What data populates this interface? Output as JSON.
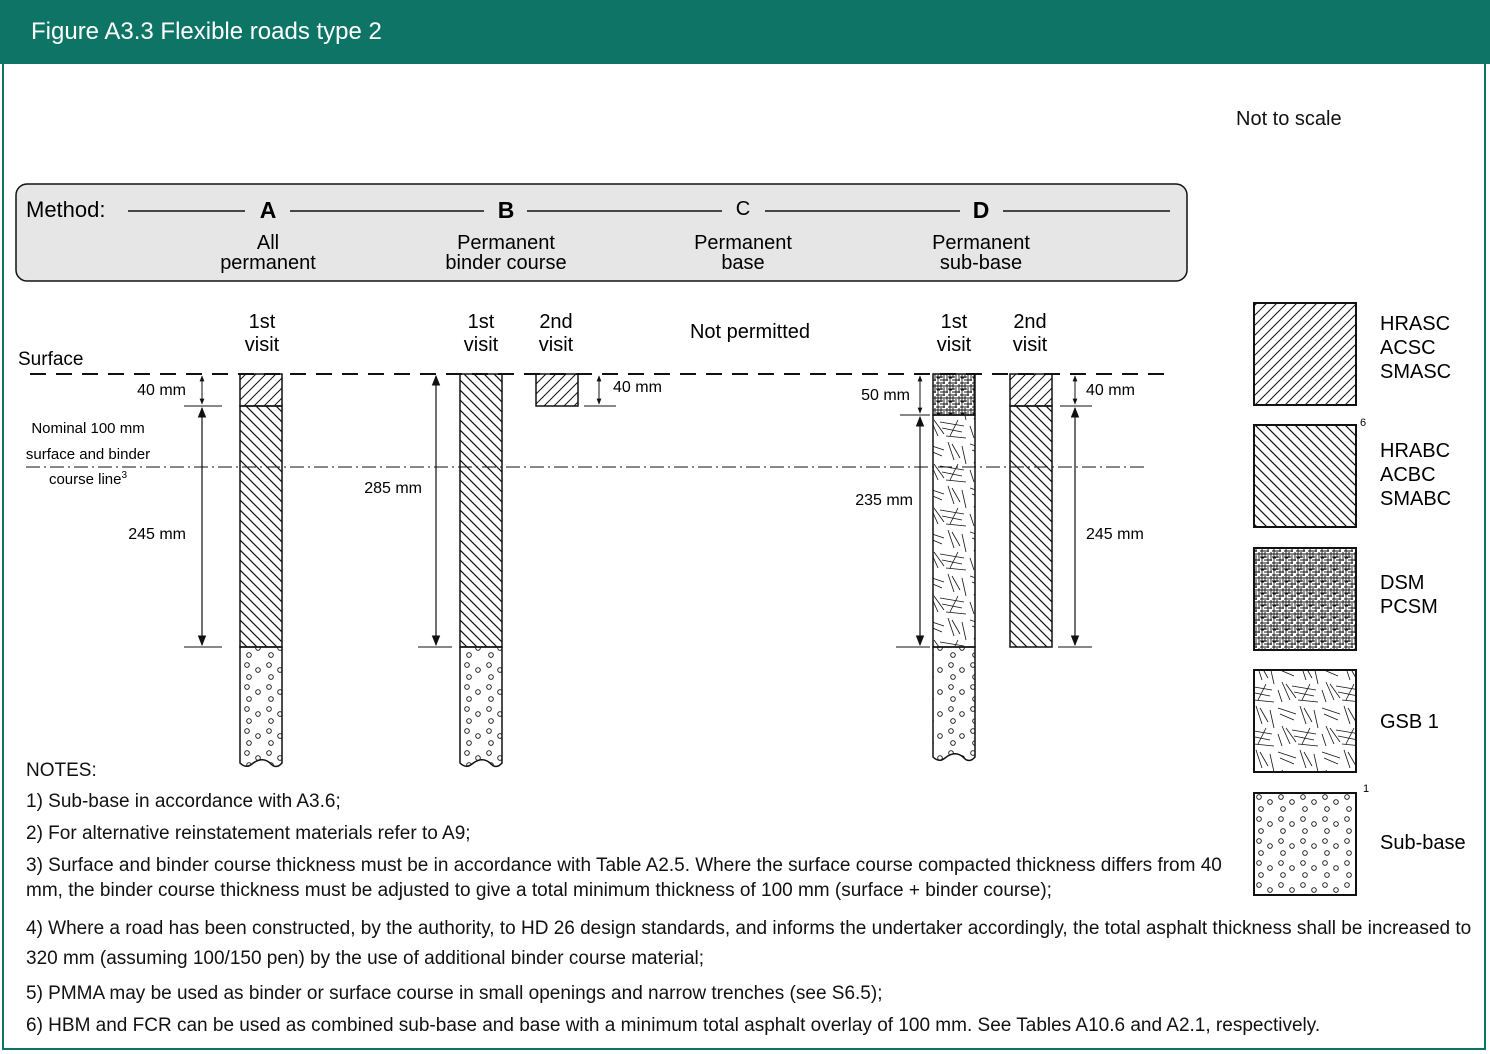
{
  "title": "Figure A3.3 Flexible roads type 2",
  "scale_note": "Not to scale",
  "methods": {
    "label": "Method:",
    "items": [
      {
        "letter": "A",
        "line1": "All",
        "line2": "permanent"
      },
      {
        "letter": "B",
        "line1": "Permanent",
        "line2": "binder course"
      },
      {
        "letter": "C",
        "line1": "Permanent",
        "line2": "base"
      },
      {
        "letter": "D",
        "line1": "Permanent",
        "line2": "sub-base"
      }
    ]
  },
  "visits": {
    "first": [
      "1st",
      "visit"
    ],
    "second": [
      "2nd",
      "visit"
    ]
  },
  "not_permitted": "Not permitted",
  "surface_label": "Surface",
  "nominal_line": {
    "line1": "Nominal 100 mm",
    "line2": "surface and binder",
    "line3": "course line",
    "superscript": "3"
  },
  "dimensions": {
    "a_surface": "40 mm",
    "a_binder": "245 mm",
    "b_binder": "285 mm",
    "b_surface": "40 mm",
    "d1_base": "50 mm",
    "d1_subbase": "235 mm",
    "d2_surface": "40 mm",
    "d2_binder": "245 mm"
  },
  "legend": [
    {
      "lines": [
        "HRASC",
        "ACSC",
        "SMASC"
      ],
      "pattern": "hatch-diagonal-forward",
      "superscript": ""
    },
    {
      "lines": [
        "HRABC",
        "ACBC",
        "SMABC"
      ],
      "pattern": "hatch-diagonal-backward",
      "superscript": "6"
    },
    {
      "lines": [
        "DSM",
        "PCSM"
      ],
      "pattern": "hatch-crosshatch-dense",
      "superscript": ""
    },
    {
      "lines": [
        "GSB 1"
      ],
      "pattern": "hatch-random-strokes",
      "superscript": ""
    },
    {
      "lines": [
        "Sub-base"
      ],
      "pattern": "small-circles",
      "superscript": "1"
    }
  ],
  "notes": {
    "heading": "NOTES:",
    "items": [
      "1) Sub-base in accordance with A3.6;",
      "2) For alternative reinstatement materials refer to A9;",
      "3) Surface and binder course thickness must be in accordance with Table A2.5. Where the surface course compacted thickness differs from 40 mm, the binder course thickness must be adjusted to give a total minimum thickness of 100 mm (surface + binder course);",
      "4) Where a road has been constructed, by the authority, to HD 26 design standards, and informs the undertaker accordingly, the total asphalt thickness shall be increased to 320 mm (assuming 100/150 pen) by the use of additional binder course material;",
      "5) PMMA may be used as binder or surface course in small openings and narrow trenches (see S6.5);",
      "6) HBM and FCR can be used as combined sub-base and base with a minimum total asphalt overlay of 100 mm. See Tables A10.6 and A2.1, respectively."
    ]
  },
  "colors": {
    "header": "#0e7566",
    "method_box": "#e6e6e6",
    "line": "#111111"
  }
}
